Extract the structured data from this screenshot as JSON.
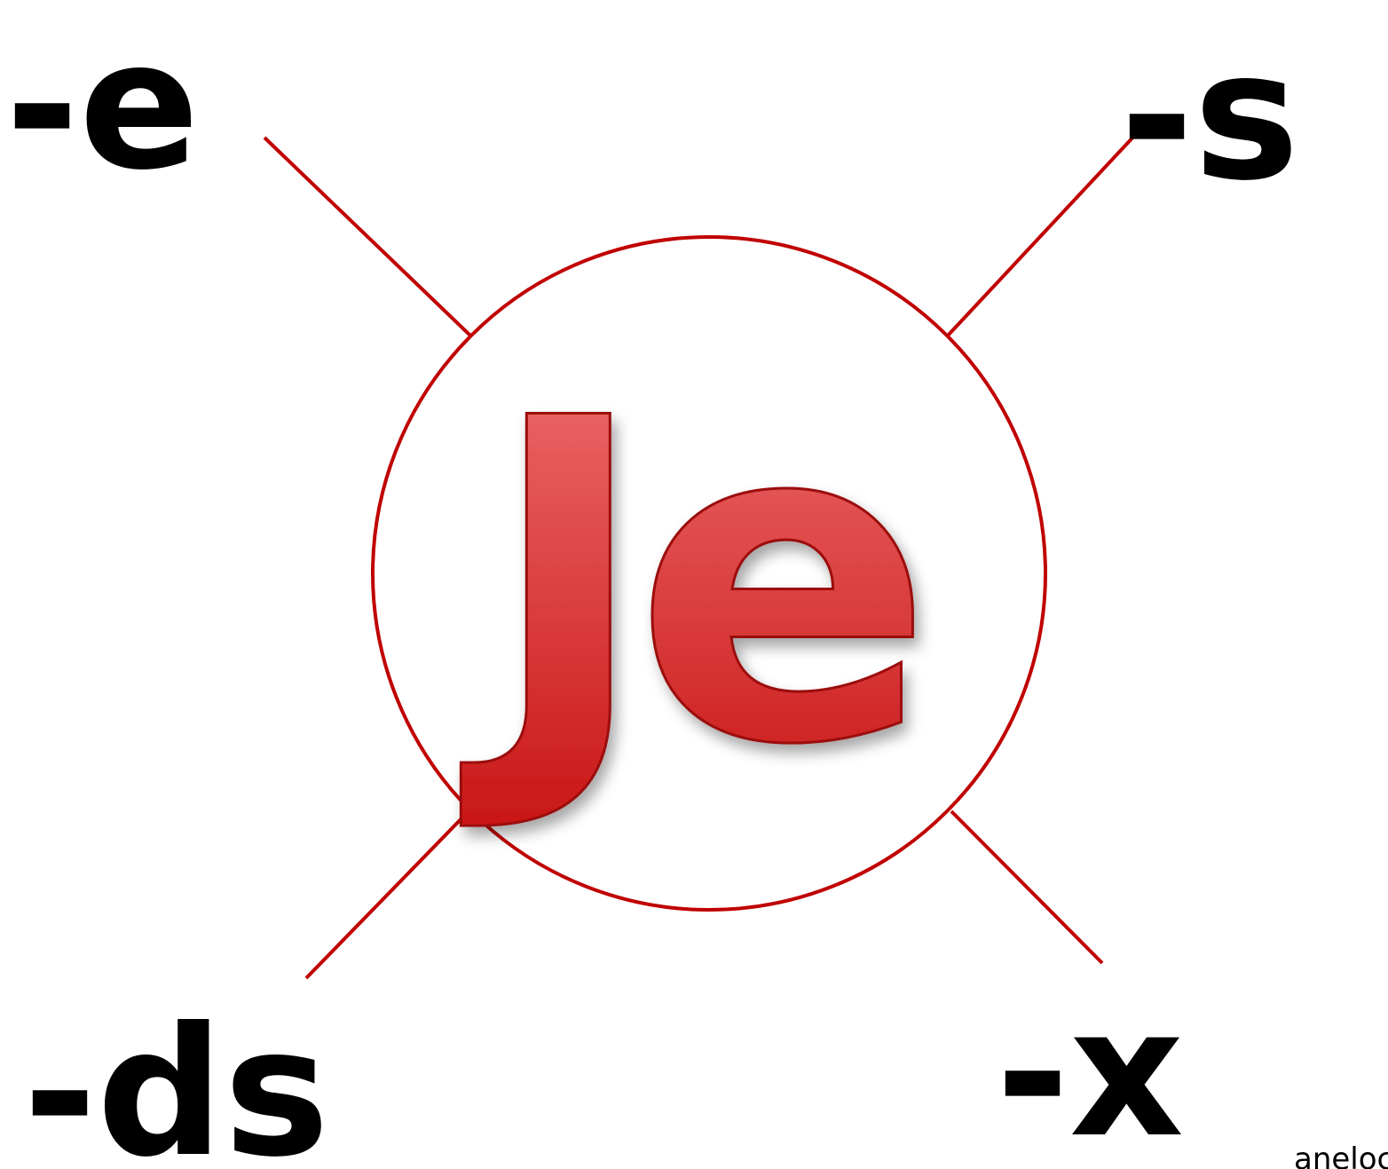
{
  "center": {
    "label": "Je"
  },
  "suffixes": {
    "top_left": "-e",
    "top_right": "-s",
    "bottom_left": "-ds",
    "bottom_right": "-x"
  },
  "watermark": "anelocat",
  "colors": {
    "line": "#c00000",
    "circle": "#c00000",
    "center_gradient_top": "#f07070",
    "center_gradient_bottom": "#c81414",
    "text": "#000000"
  }
}
